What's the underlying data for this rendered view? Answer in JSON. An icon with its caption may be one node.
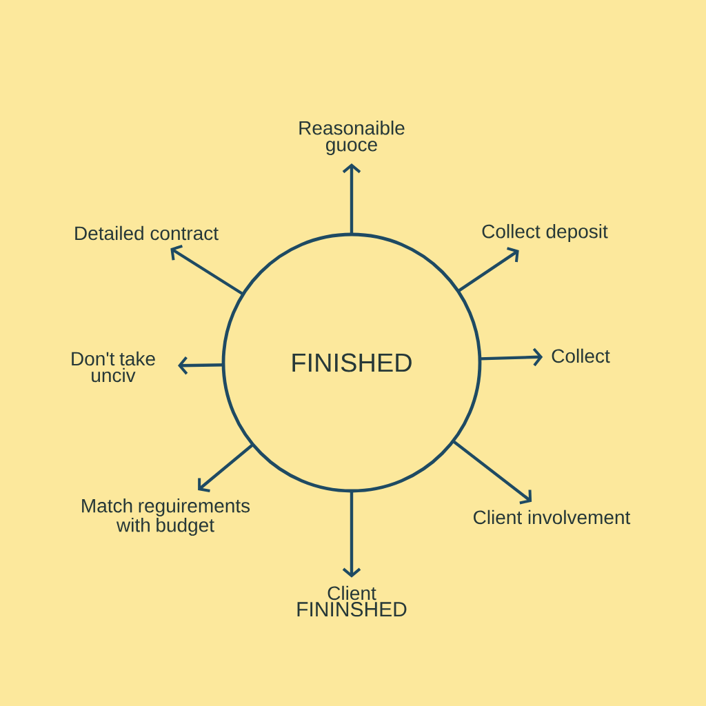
{
  "diagram": {
    "nodes": [
      {
        "text": [
          "Reasonaible guoce"
        ]
      },
      {
        "text": [
          "Detailed contract"
        ]
      },
      {
        "text": [
          "Collect deposit"
        ]
      },
      {
        "text": [
          "Don't take unciv"
        ]
      },
      {
        "text": [
          "FINISHED"
        ]
      },
      {
        "text": [
          "Collect"
        ]
      },
      {
        "text": [
          "Match reguirements with budget"
        ]
      },
      {
        "text": [
          "Client involvement"
        ]
      },
      {
        "text": [
          "Client",
          "FININSHED"
        ]
      }
    ],
    "edges": [
      {
        "from": 4,
        "to": 0,
        "arrow": "to"
      },
      {
        "from": 4,
        "to": 1,
        "arrow": "to"
      },
      {
        "from": 4,
        "to": 2,
        "arrow": "to"
      },
      {
        "from": 4,
        "to": 3,
        "arrow": "to"
      },
      {
        "from": 4,
        "to": 5,
        "arrow": "to"
      },
      {
        "from": 4,
        "to": 6,
        "arrow": "to"
      },
      {
        "from": 4,
        "to": 7,
        "arrow": "to"
      },
      {
        "from": 4,
        "to": 8,
        "arrow": "to"
      }
    ]
  }
}
